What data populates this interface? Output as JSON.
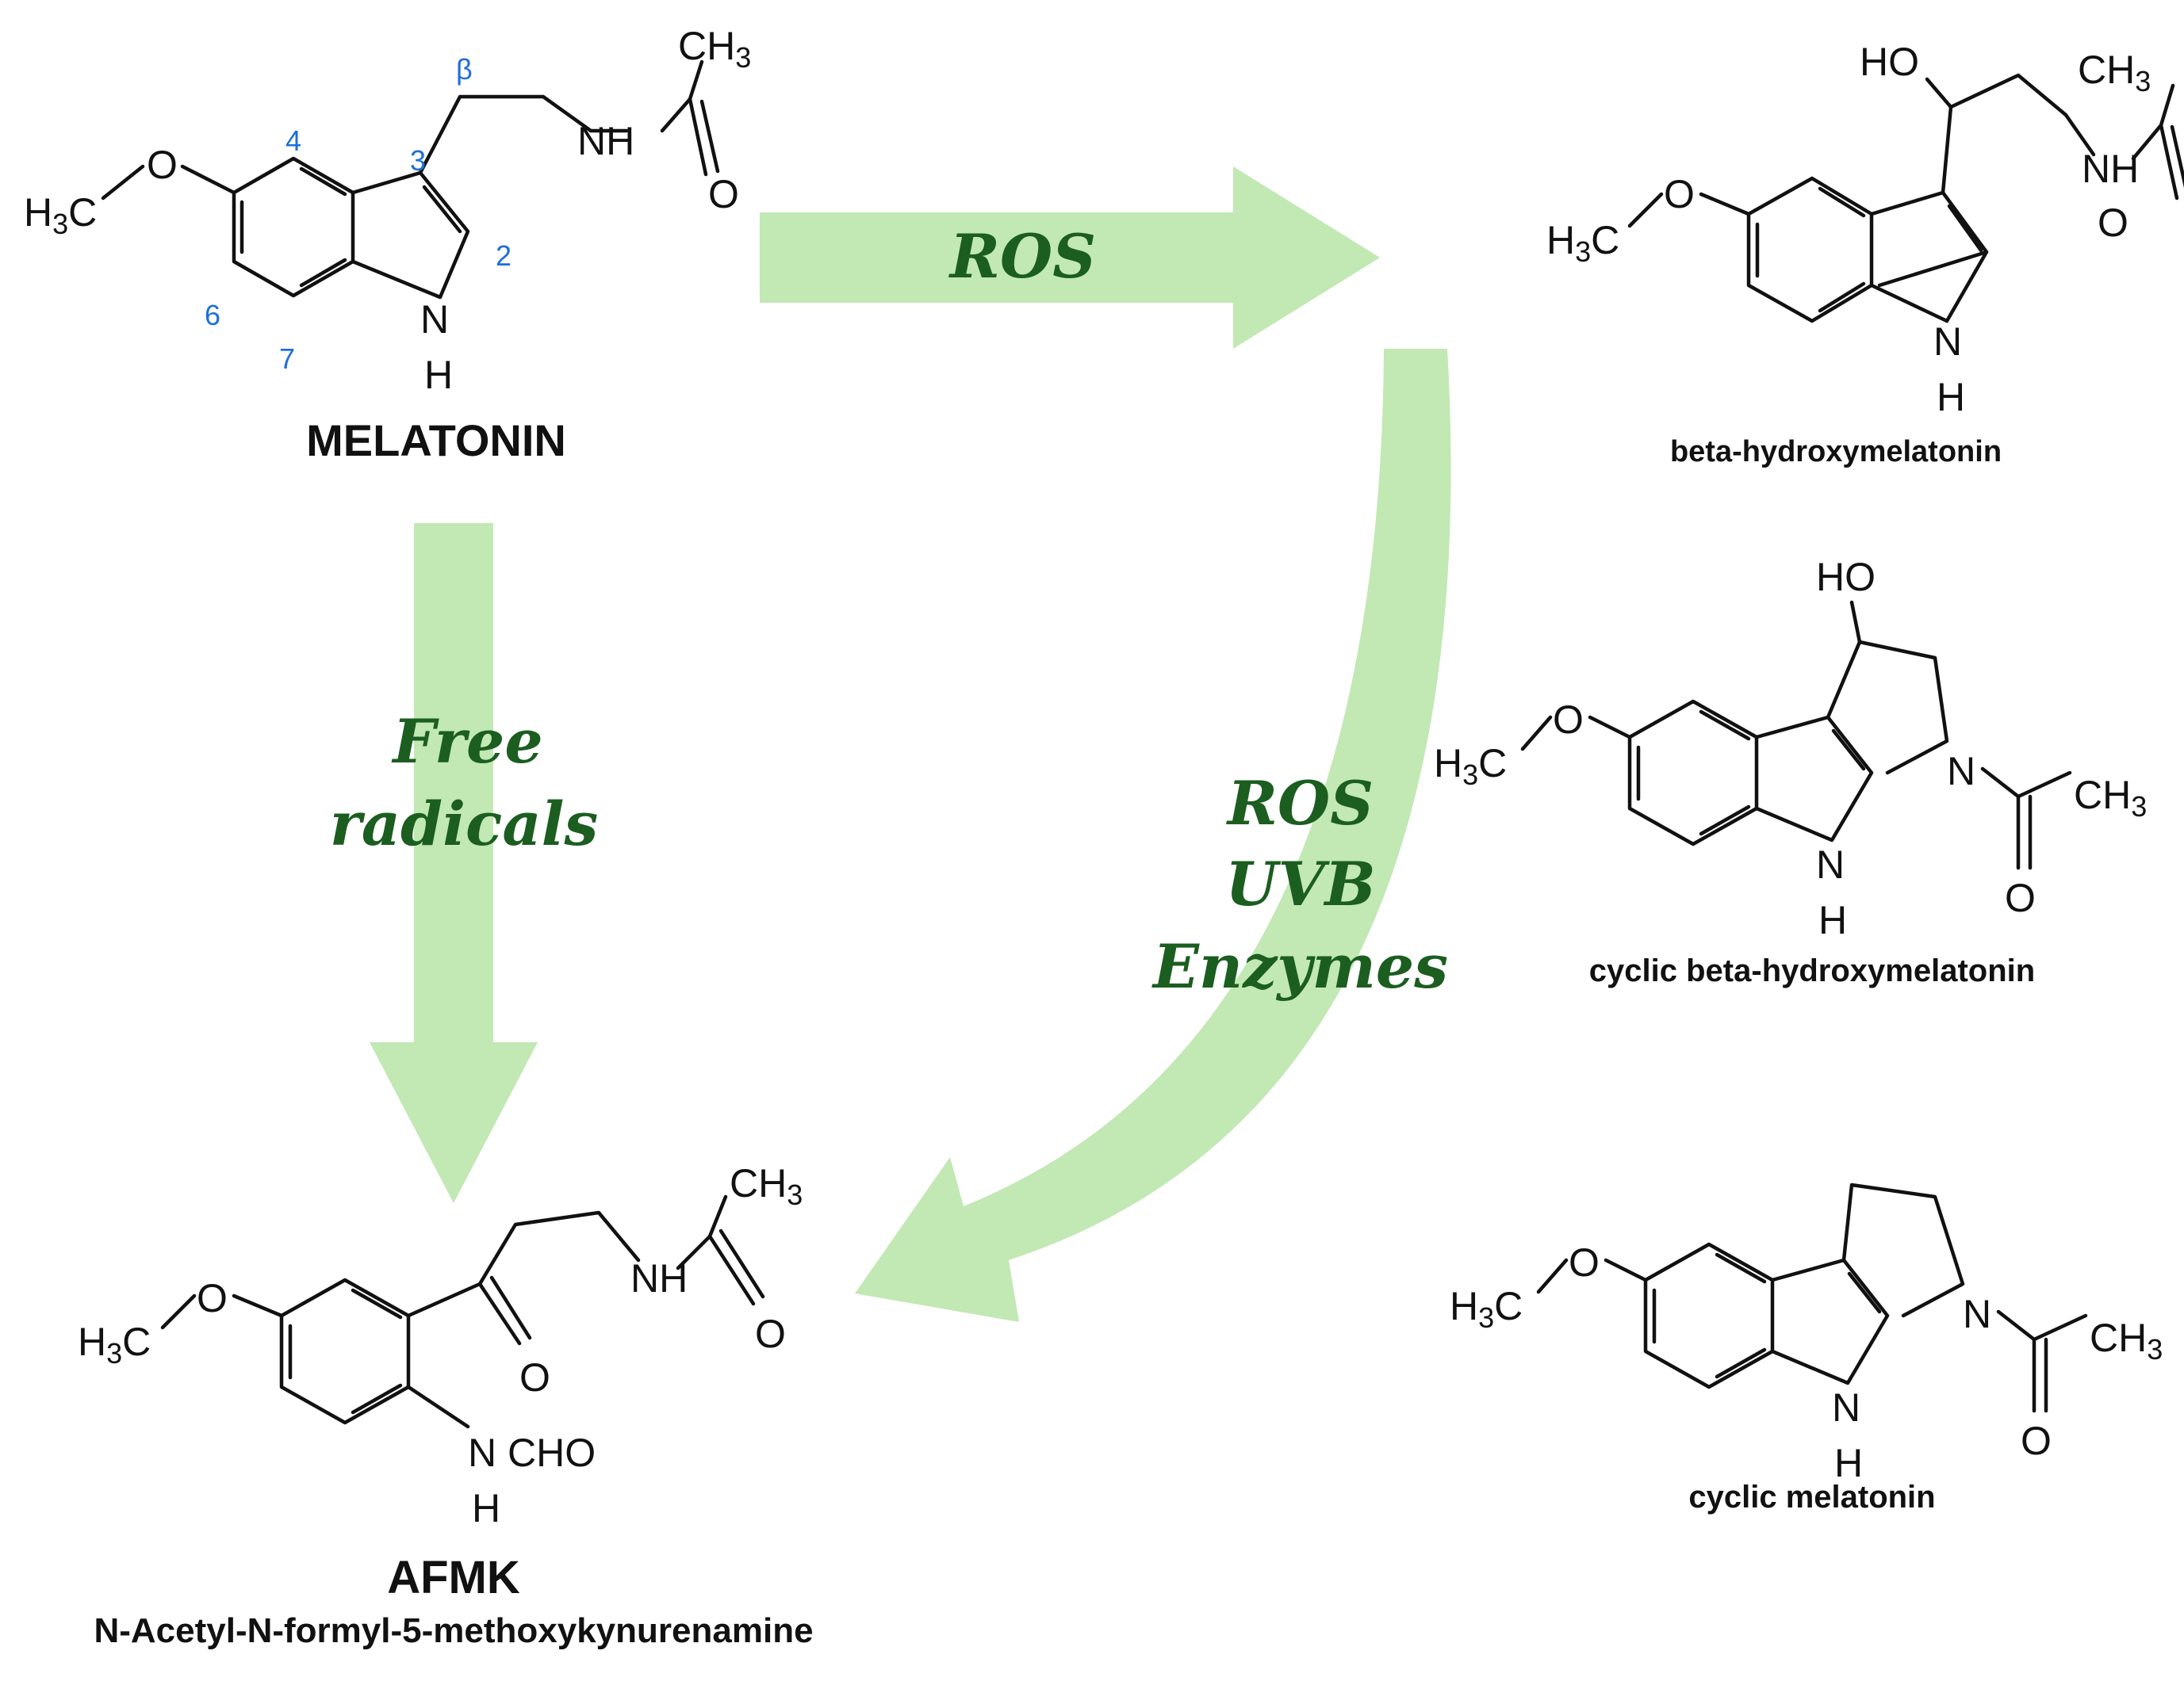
{
  "colors": {
    "arrow_fill": "#c2e8b4",
    "arrow_label": "#1b5e20",
    "position_number": "#1e6fd8",
    "structure": "#111111"
  },
  "compounds": {
    "melatonin": {
      "name": "MELATONIN",
      "numbers": [
        "β",
        "4",
        "3",
        "2",
        "6",
        "7"
      ]
    },
    "beta_hydroxymelatonin": {
      "name": "beta-hydroxymelatonin"
    },
    "cyclic_beta_hydroxymelatonin": {
      "name": "cyclic beta-hydroxymelatonin"
    },
    "cyclic_melatonin": {
      "name": "cyclic melatonin"
    },
    "afmk": {
      "name": "AFMK",
      "full_name": "N-Acetyl-N-formyl-5-methoxykynurenamine"
    }
  },
  "arrows": {
    "top": {
      "label": "ROS"
    },
    "left": {
      "lines": [
        "Free",
        "radicals"
      ]
    },
    "curved": {
      "lines": [
        "ROS",
        "UVB",
        "Enzymes"
      ]
    }
  },
  "atoms": {
    "methoxy": "H3C",
    "oxygen": "O",
    "nitrogen": "N",
    "hydrogen": "H",
    "amide_nh": "NH",
    "hydroxyl": "HO",
    "methyl": "CH3",
    "formyl": "CHO"
  }
}
